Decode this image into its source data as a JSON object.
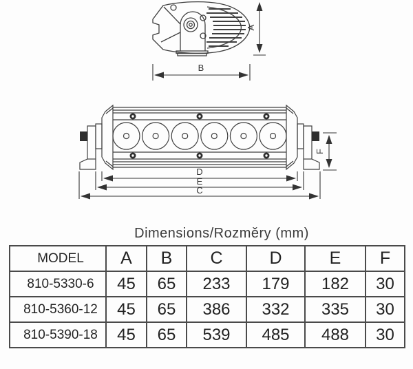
{
  "title": "Dimensions/Rozměry (mm)",
  "drawing": {
    "labels": {
      "a": "A",
      "b": "B",
      "c": "C",
      "d": "D",
      "e": "E",
      "f": "F"
    }
  },
  "table": {
    "headers": [
      "MODEL",
      "A",
      "B",
      "C",
      "D",
      "E",
      "F"
    ],
    "rows": [
      [
        "810-5330-6",
        "45",
        "65",
        "233",
        "179",
        "182",
        "30"
      ],
      [
        "810-5360-12",
        "45",
        "65",
        "386",
        "332",
        "335",
        "30"
      ],
      [
        "810-5390-18",
        "45",
        "65",
        "539",
        "485",
        "488",
        "30"
      ]
    ]
  },
  "colors": {
    "line": "#3f3f3f",
    "dim": "#333333",
    "dark_fill": "#2e2e2e",
    "table_border": "#4a4a4a"
  }
}
